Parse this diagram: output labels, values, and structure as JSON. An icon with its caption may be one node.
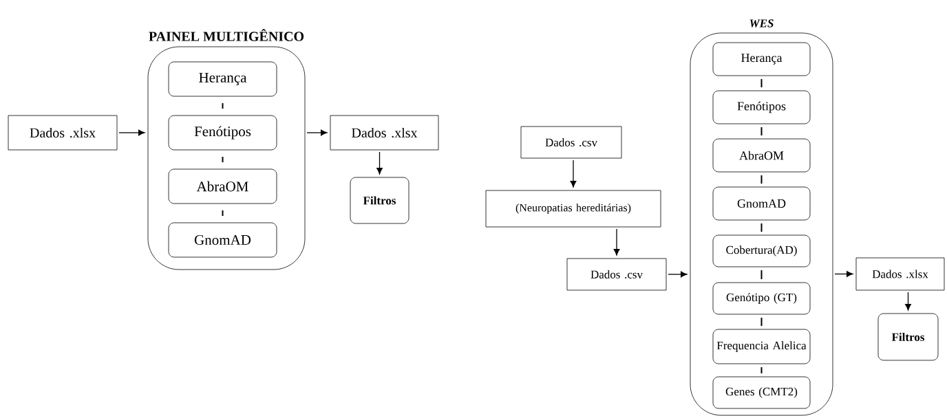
{
  "diagram": {
    "nodes": [
      {
        "text": [
          "PAINEL MULTIGÊNICO"
        ]
      },
      {
        "text": [
          "Herança"
        ],
        "in": 0
      },
      {
        "text": [
          "Fenótipos"
        ],
        "in": 0
      },
      {
        "text": [
          "AbraOM"
        ],
        "in": 0
      },
      {
        "text": [
          "GnomAD"
        ],
        "in": 0
      },
      {
        "text": [
          "Dados .xlsx"
        ]
      },
      {
        "text": [
          "Dados .xlsx"
        ]
      },
      {
        "text": [
          "Filtros"
        ]
      },
      {
        "text": [
          "WES"
        ]
      },
      {
        "text": [
          "Herança"
        ],
        "in": 8
      },
      {
        "text": [
          "Fenótipos"
        ],
        "in": 8
      },
      {
        "text": [
          "AbraOM"
        ],
        "in": 8
      },
      {
        "text": [
          "GnomAD"
        ],
        "in": 8
      },
      {
        "text": [
          "Cobertura(AD)"
        ],
        "in": 8
      },
      {
        "text": [
          "Genótipo (GT)"
        ],
        "in": 8
      },
      {
        "text": [
          "Frequencia Alelica"
        ],
        "in": 8
      },
      {
        "text": [
          "Genes (CMT2)"
        ],
        "in": 8
      },
      {
        "text": [
          "Dados .csv"
        ]
      },
      {
        "text": [
          "(Neuropatias hereditárias)"
        ]
      },
      {
        "text": [
          "Dados .csv"
        ]
      },
      {
        "text": [
          "Dados .xlsx"
        ]
      },
      {
        "text": [
          "Filtros"
        ]
      }
    ],
    "edges": [
      {
        "from": 5,
        "to": 0,
        "arrow": "to"
      },
      {
        "from": 1,
        "to": 2,
        "arrow": "none"
      },
      {
        "from": 2,
        "to": 3,
        "arrow": "none"
      },
      {
        "from": 3,
        "to": 4,
        "arrow": "none"
      },
      {
        "from": 0,
        "to": 6,
        "arrow": "to"
      },
      {
        "from": 6,
        "to": 7,
        "arrow": "to"
      },
      {
        "from": 17,
        "to": 18,
        "arrow": "to"
      },
      {
        "from": 18,
        "to": 19,
        "arrow": "to"
      },
      {
        "from": 19,
        "to": 8,
        "arrow": "to"
      },
      {
        "from": 9,
        "to": 10,
        "arrow": "none"
      },
      {
        "from": 10,
        "to": 11,
        "arrow": "none"
      },
      {
        "from": 11,
        "to": 12,
        "arrow": "none"
      },
      {
        "from": 12,
        "to": 13,
        "arrow": "none"
      },
      {
        "from": 13,
        "to": 14,
        "arrow": "none"
      },
      {
        "from": 14,
        "to": 15,
        "arrow": "none"
      },
      {
        "from": 15,
        "to": 16,
        "arrow": "none"
      },
      {
        "from": 8,
        "to": 20,
        "arrow": "to"
      },
      {
        "from": 20,
        "to": 21,
        "arrow": "to"
      }
    ]
  }
}
